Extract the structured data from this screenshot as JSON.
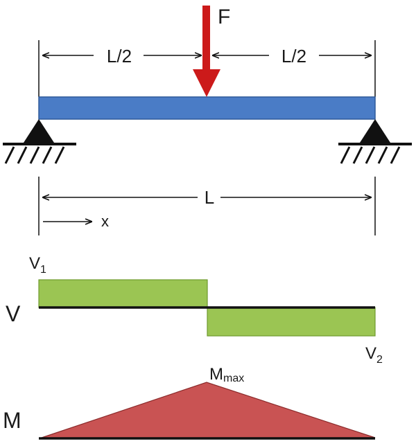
{
  "labels": {
    "force": "F",
    "half_span_left": "L/2",
    "half_span_right": "L/2",
    "span": "L",
    "position": "x",
    "shear_axis": "V",
    "shear_left": "V",
    "shear_left_sub": "1",
    "shear_right": "V",
    "shear_right_sub": "2",
    "moment_axis": "M",
    "moment_peak": "M",
    "moment_peak_sub": "max"
  },
  "colors": {
    "beam": "#4a7cc6",
    "force_arrow": "#cc1a1a",
    "shear_fill": "#9bc553",
    "moment_fill": "#c95353",
    "support": "#111111"
  },
  "icons": {
    "supports": "pin-support-triangle-icon"
  }
}
